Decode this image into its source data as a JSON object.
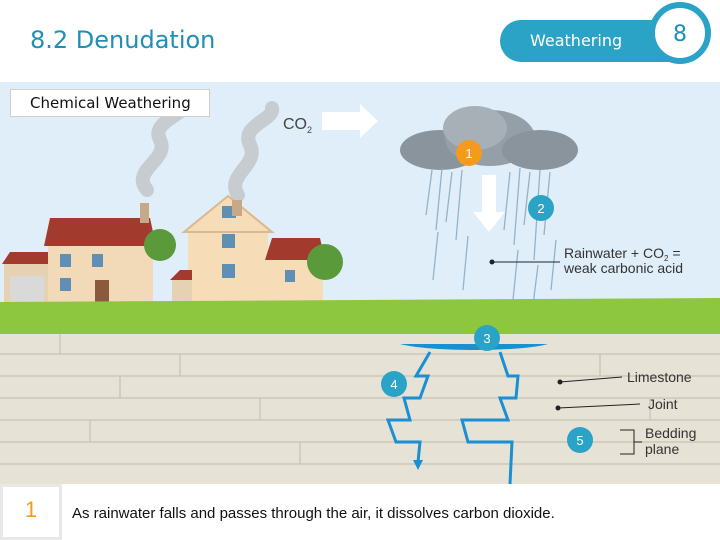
{
  "header": {
    "section_title": "8.2  Denudation",
    "topic": "Weathering",
    "page_number": "8"
  },
  "diagram": {
    "tag": "Chemical Weathering",
    "co2_label": "CO",
    "co2_sub": "2",
    "markers": [
      "1",
      "2",
      "3",
      "4",
      "5"
    ],
    "rain_label_line1": "Rainwater + CO",
    "rain_label_sub": "2",
    "rain_label_eq": " =",
    "rain_label_line2": "weak carbonic acid",
    "label_limestone": "Limestone",
    "label_joint": "Joint",
    "label_bedding1": "Bedding",
    "label_bedding2": "plane"
  },
  "caption": {
    "step": "1",
    "text": "As rainwater falls and passes through the air, it dissolves carbon dioxide."
  },
  "colors": {
    "accent": "#2aa3c6",
    "marker": "#f39a1f",
    "marker_alt": "#2aa3c6",
    "grass": "#8dc63f",
    "rock": "#e7e2d6",
    "water": "#1a8fd1"
  }
}
